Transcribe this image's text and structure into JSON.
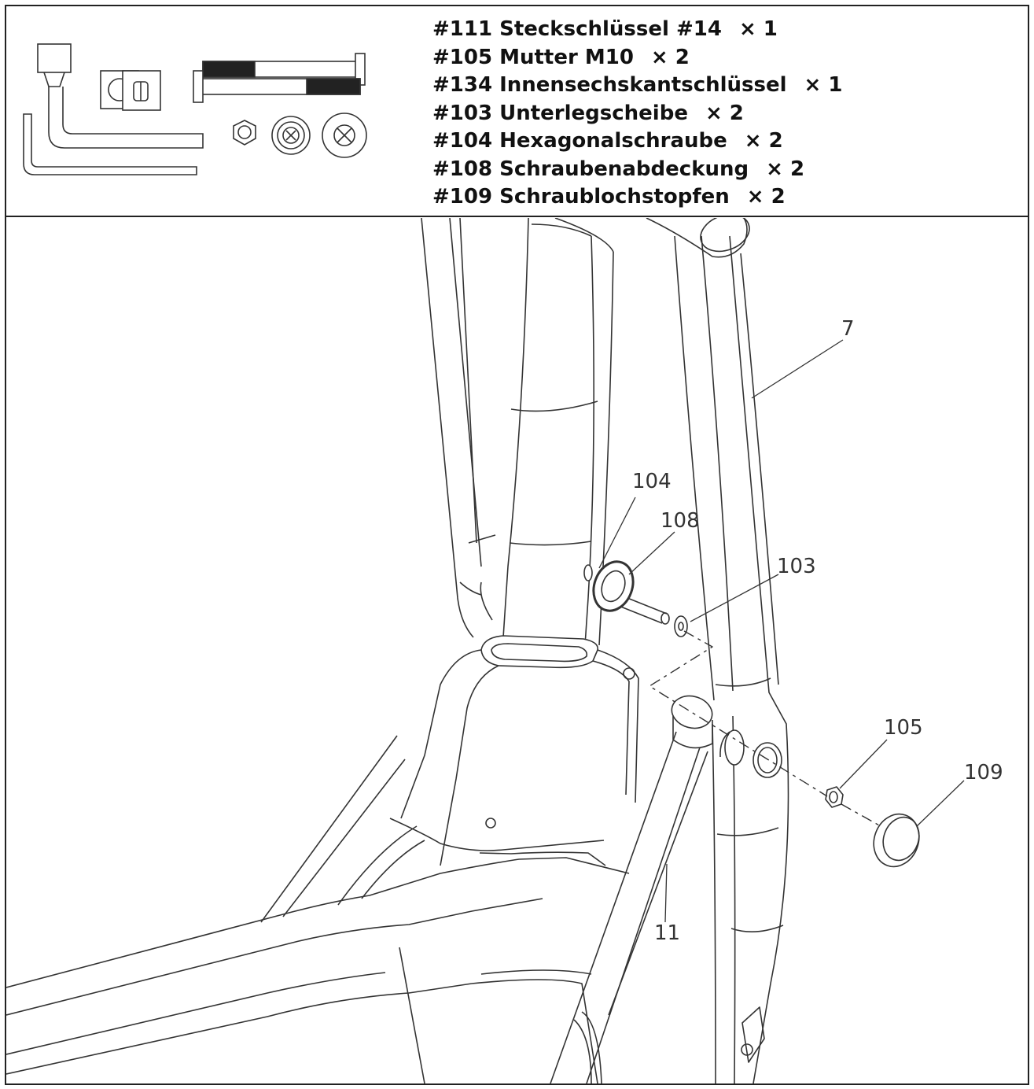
{
  "parts": [
    {
      "label": "#111 Steckschlüssel #14",
      "qty": "× 1"
    },
    {
      "label": "#105 Mutter M10",
      "qty": "× 2"
    },
    {
      "label": "#134 Innensechskantschlüssel",
      "qty": "× 1"
    },
    {
      "label": "#103 Unterlegscheibe",
      "qty": "× 2"
    },
    {
      "label": "#104 Hexagonalschraube",
      "qty": "× 2"
    },
    {
      "label": "#108 Schraubenabdeckung",
      "qty": "× 2"
    },
    {
      "label": "#109 Schraublochstopfen",
      "qty": "× 2"
    }
  ],
  "callouts": {
    "frame": "7",
    "bolt": "104",
    "cover": "108",
    "washer": "103",
    "nut": "105",
    "plug": "109",
    "link": "11"
  },
  "icons": [
    "socket-wrench-icon",
    "allen-key-icon",
    "square-block-icon",
    "hex-bolt-icon",
    "nut-icon",
    "washer-icon",
    "plug-icon"
  ]
}
